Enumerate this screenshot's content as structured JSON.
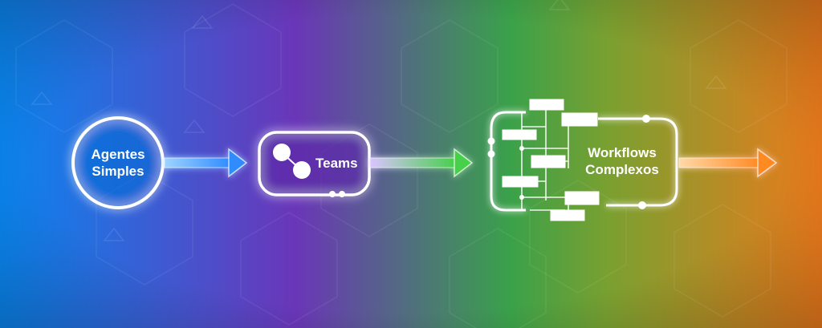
{
  "colors": {
    "gradient": [
      "#0a86f0",
      "#6a36b8",
      "#3aa14a",
      "#7aa030",
      "#ec7a1c"
    ],
    "stage1_glow": "#2fa0ff",
    "stage2_glow": "#b37bff",
    "stage3_glow": "#7dff6a",
    "stage4_glow": "#ff9a3c",
    "white": "#ffffff"
  },
  "stages": {
    "agentes": {
      "line1": "Agentes",
      "line2": "Simples",
      "icon": "circle-node-icon"
    },
    "teams": {
      "label": "Teams",
      "icon": "connected-nodes-icon"
    },
    "workflows": {
      "line1": "Workflows",
      "line2": "Complexos",
      "icon": "flowchart-icon"
    }
  },
  "arrows": [
    {
      "from": "agentes",
      "to": "teams"
    },
    {
      "from": "teams",
      "to": "workflows"
    },
    {
      "from": "workflows",
      "to": "next"
    }
  ]
}
